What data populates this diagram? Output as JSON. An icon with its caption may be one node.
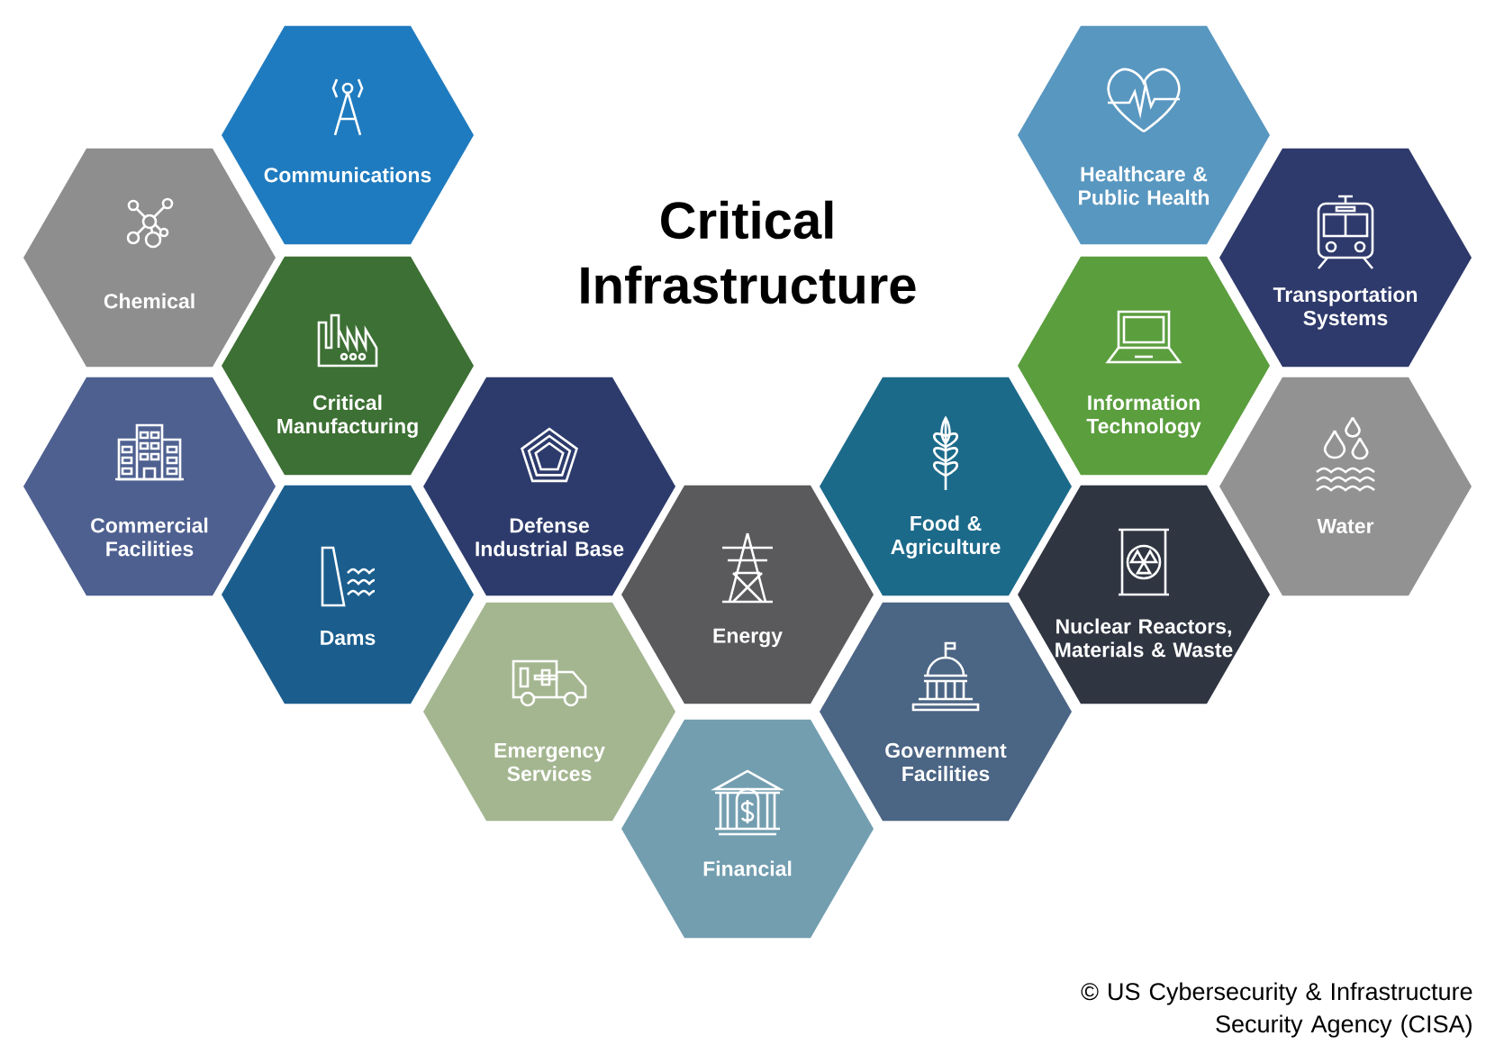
{
  "diagram": {
    "title": "Critical Infrastructure",
    "caption": "© US Cybersecurity & Infrastructure Security Agency (CISA)",
    "nodes": [
      {
        "text": [
          "Communications"
        ]
      },
      {
        "text": [
          "Chemical"
        ]
      },
      {
        "text": [
          "Critical Manufacturing"
        ]
      },
      {
        "text": [
          "Commercial Facilities"
        ]
      },
      {
        "text": [
          "Dams"
        ]
      },
      {
        "text": [
          "Defense Industrial Base"
        ]
      },
      {
        "text": [
          "Emergency Services"
        ]
      },
      {
        "text": [
          "Energy"
        ]
      },
      {
        "text": [
          "Financial"
        ]
      },
      {
        "text": [
          "Food & Agriculture"
        ]
      },
      {
        "text": [
          "Government Facilities"
        ]
      },
      {
        "text": [
          "Healthcare & Public Health"
        ]
      },
      {
        "text": [
          "Information Technology"
        ]
      },
      {
        "text": [
          "Nuclear Reactors, Materials & Waste"
        ]
      },
      {
        "text": [
          "Transportation Systems"
        ]
      },
      {
        "text": [
          "Water"
        ]
      }
    ],
    "edges": []
  }
}
